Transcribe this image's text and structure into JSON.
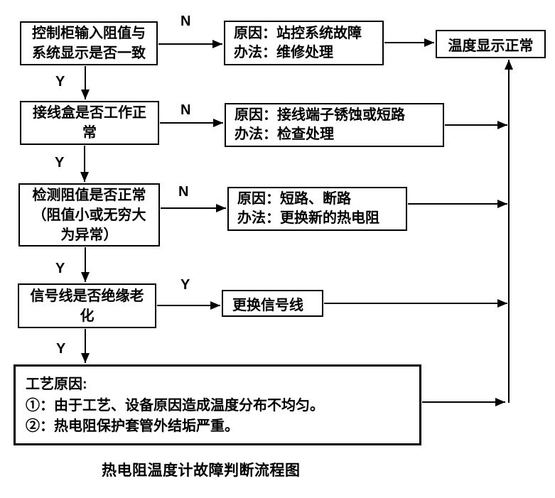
{
  "diagram": {
    "title": "热电阻温度计故障判断流程图",
    "labels": {
      "yes": "Y",
      "no": "N"
    },
    "nodes": {
      "q1": {
        "text": "控制柜输入阻值与系统显示是否一致"
      },
      "r1": {
        "cause": "原因：站控系统故障",
        "solution": "办法：维修处理"
      },
      "normal": {
        "text": "温度显示正常"
      },
      "q2": {
        "text": "接线盒是否工作正常"
      },
      "r2": {
        "cause": "原因：接线端子锈蚀或短路",
        "solution": "办法：检查处理"
      },
      "q3": {
        "text": "检测阻值是否正常（阻值小或无穷大为异常）"
      },
      "r3": {
        "cause": "原因：短路、断路",
        "solution": "办法：更换新的热电阻"
      },
      "q4": {
        "text": "信号线是否绝缘老化"
      },
      "r4": {
        "text": "更换信号线"
      },
      "process": {
        "header": "工艺原因:",
        "item1": "①：由于工艺、设备原因造成温度分布不均匀。",
        "item2": "②：热电阻保护套管外结垢严重。"
      }
    },
    "colors": {
      "line": "#000000",
      "background": "#ffffff"
    }
  }
}
